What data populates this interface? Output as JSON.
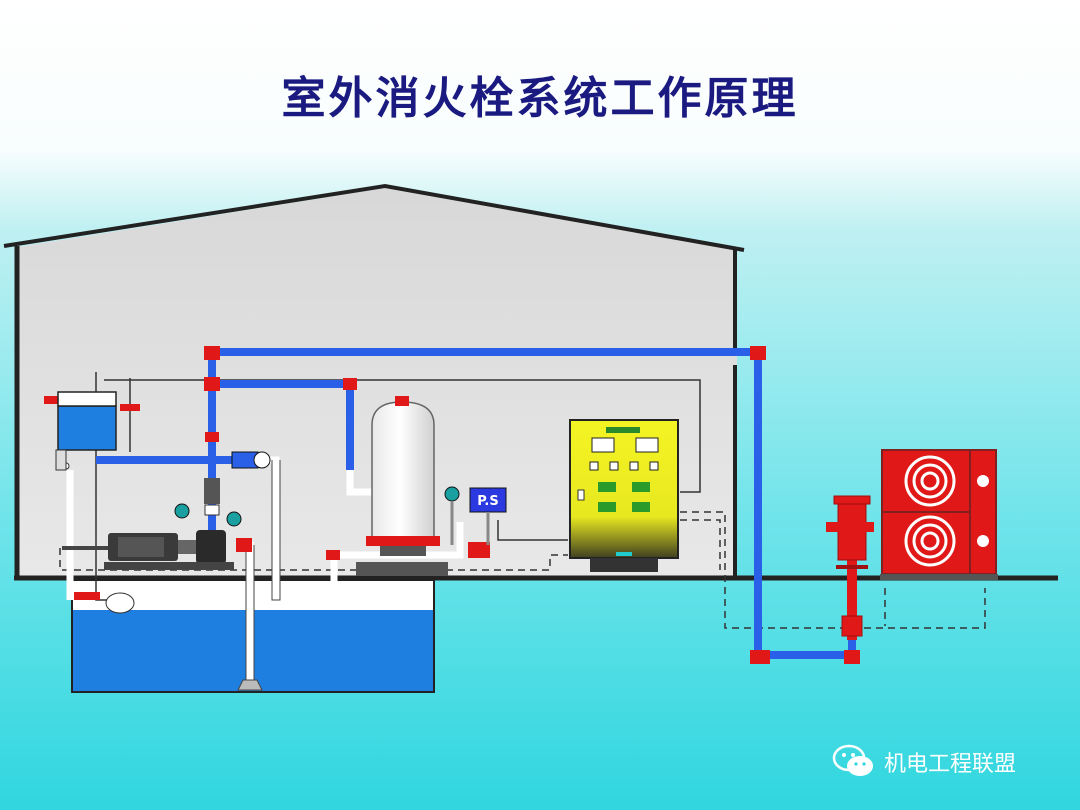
{
  "title": "室外消火栓系统工作原理",
  "pressure_switch_label": "P.S",
  "watermark_text": "机电工程联盟",
  "icons": [
    "wechat-icon"
  ],
  "colors": {
    "pipe_blue": "#2a5fe8",
    "fitting_red": "#e01818",
    "water": "#1f7fe0",
    "control_panel": "#f0f020",
    "building_fill": "#dcdcdc",
    "title_color": "#1a1a80"
  }
}
